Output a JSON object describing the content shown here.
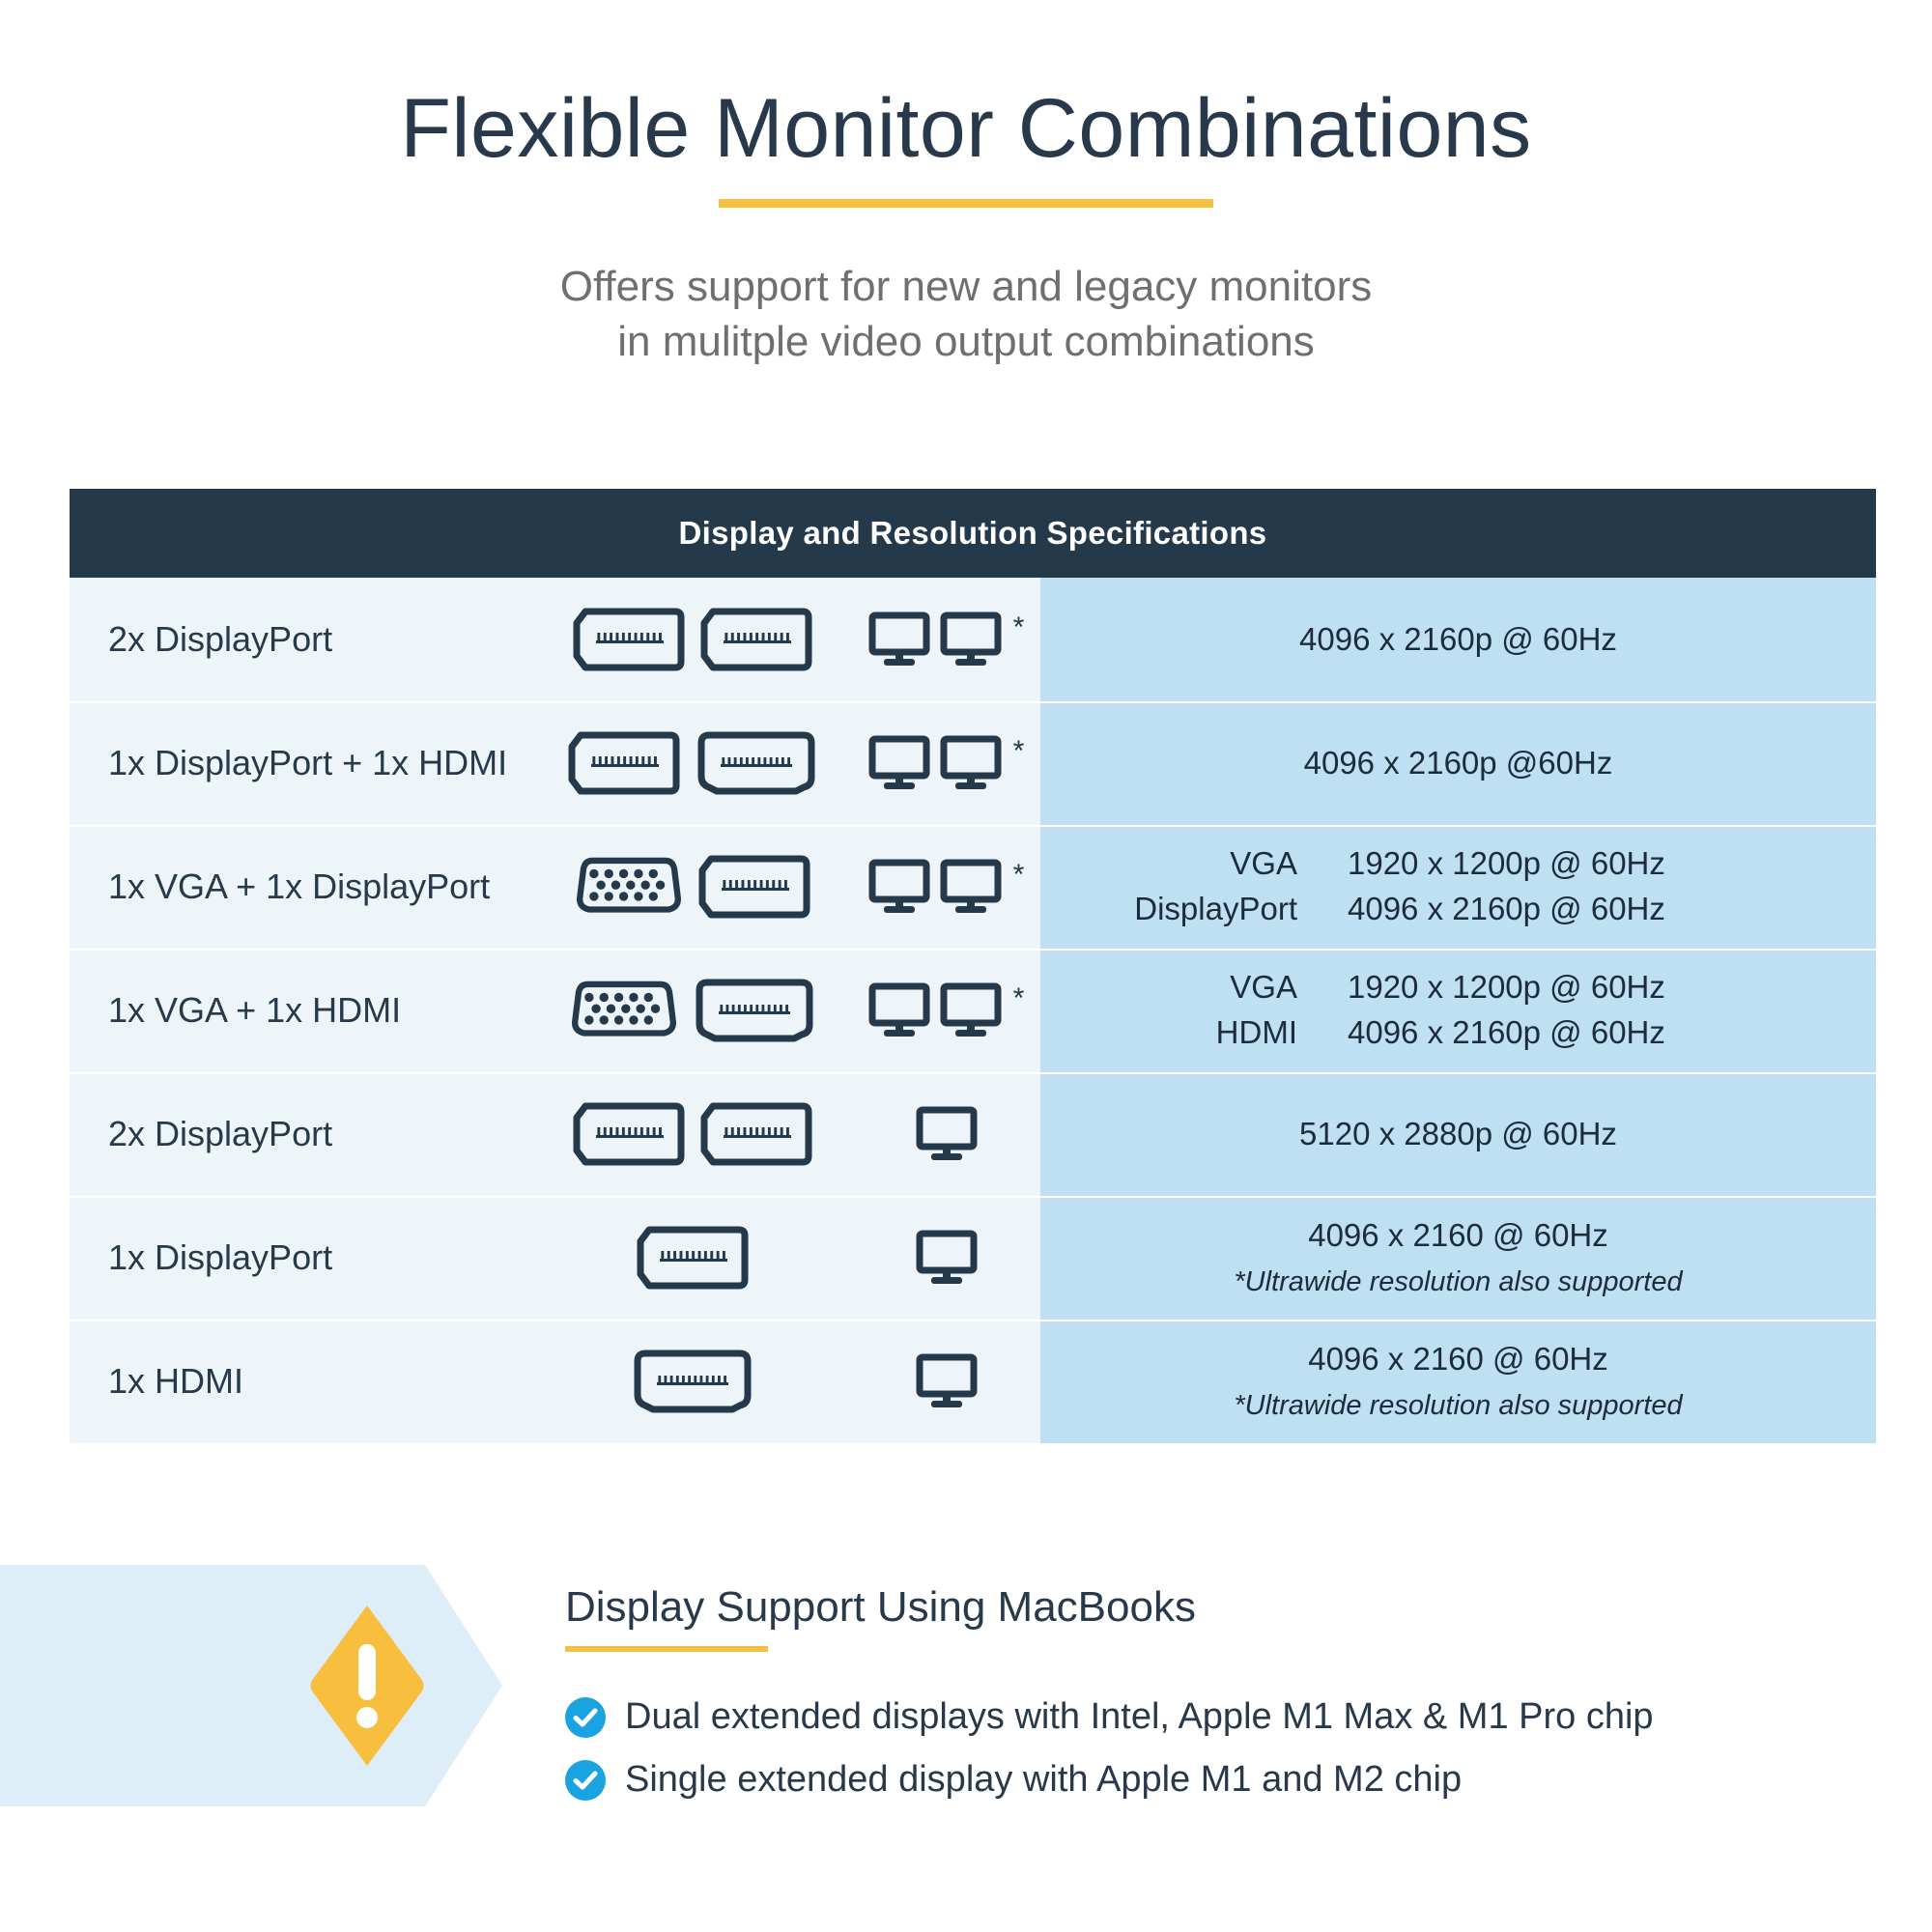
{
  "hero": {
    "title": "Flexible Monitor Combinations",
    "subtitle_line1": "Offers support for new and legacy monitors",
    "subtitle_line2": "in mulitple video output combinations"
  },
  "colors": {
    "header_bar": "#24394a",
    "row_bg": "#edf5f9",
    "resolution_bg": "#bfdff3",
    "accent_yellow": "#f6c042",
    "check_blue": "#19a3e0",
    "callout_bg": "#ddeef9",
    "text_dark": "#27394a",
    "text_muted": "#6f6f6f"
  },
  "table": {
    "header": "Display and Resolution Specifications",
    "rows": [
      {
        "name": "2x DisplayPort",
        "connectors": [
          "displayport",
          "displayport"
        ],
        "monitors": 2,
        "asterisk": true,
        "resolution_layout": "center",
        "resolution_lines": [
          "4096 x 2160p @ 60Hz"
        ],
        "labels": [],
        "values": [],
        "note": ""
      },
      {
        "name": "1x DisplayPort + 1x HDMI",
        "connectors": [
          "displayport",
          "hdmi"
        ],
        "monitors": 2,
        "asterisk": true,
        "resolution_layout": "center",
        "resolution_lines": [
          "4096 x 2160p @60Hz"
        ],
        "labels": [],
        "values": [],
        "note": ""
      },
      {
        "name": "1x VGA + 1x DisplayPort",
        "connectors": [
          "vga",
          "displayport"
        ],
        "monitors": 2,
        "asterisk": true,
        "resolution_layout": "split",
        "resolution_lines": [],
        "labels": [
          "VGA",
          "DisplayPort"
        ],
        "values": [
          "1920 x 1200p @ 60Hz",
          "4096 x 2160p @ 60Hz"
        ],
        "note": ""
      },
      {
        "name": "1x VGA + 1x HDMI",
        "connectors": [
          "vga",
          "hdmi"
        ],
        "monitors": 2,
        "asterisk": true,
        "resolution_layout": "split",
        "resolution_lines": [],
        "labels": [
          "VGA",
          "HDMI"
        ],
        "values": [
          "1920 x 1200p @ 60Hz",
          "4096 x 2160p @ 60Hz"
        ],
        "note": ""
      },
      {
        "name": "2x DisplayPort",
        "connectors": [
          "displayport",
          "displayport"
        ],
        "monitors": 1,
        "asterisk": false,
        "resolution_layout": "center",
        "resolution_lines": [
          "5120 x 2880p @ 60Hz"
        ],
        "labels": [],
        "values": [],
        "note": ""
      },
      {
        "name": "1x DisplayPort",
        "connectors": [
          "displayport"
        ],
        "monitors": 1,
        "asterisk": false,
        "resolution_layout": "center",
        "resolution_lines": [
          "4096 x 2160 @ 60Hz"
        ],
        "labels": [],
        "values": [],
        "note": "*Ultrawide resolution also supported"
      },
      {
        "name": "1x HDMI",
        "connectors": [
          "hdmi"
        ],
        "monitors": 1,
        "asterisk": false,
        "resolution_layout": "center",
        "resolution_lines": [
          "4096 x 2160 @ 60Hz"
        ],
        "labels": [],
        "values": [],
        "note": "*Ultrawide resolution also supported"
      }
    ]
  },
  "callout": {
    "icon": "warning-exclamation-icon",
    "title": "Display Support Using MacBooks",
    "bullets": [
      "Dual extended displays with Intel, Apple M1 Max & M1 Pro chip",
      "Single extended display with Apple M1 and M2 chip"
    ]
  }
}
